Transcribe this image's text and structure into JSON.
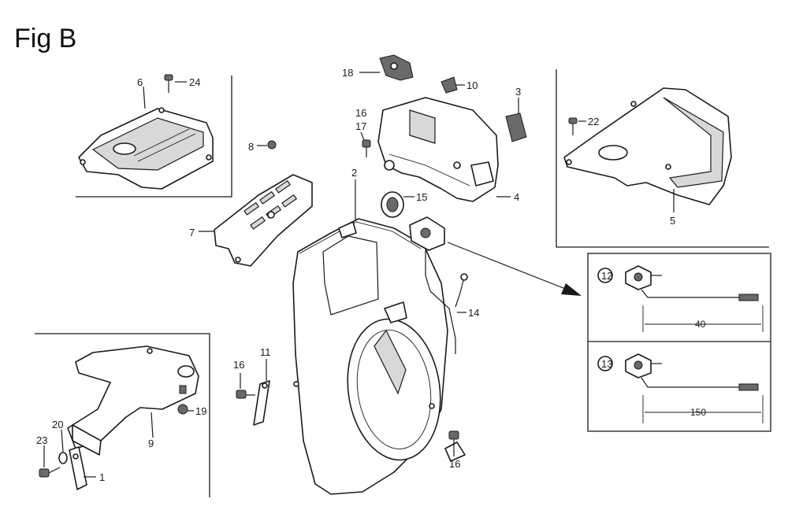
{
  "title": "Fig B",
  "callouts": {
    "c1": "1",
    "c2": "2",
    "c3": "3",
    "c4": "4",
    "c5": "5",
    "c6": "6",
    "c7": "7",
    "c8": "8",
    "c9": "9",
    "c10": "10",
    "c11": "11",
    "c12": "12",
    "c13": "13",
    "c14": "14",
    "c15": "15",
    "c16a": "16",
    "c16b": "16",
    "c16c": "16",
    "c17": "17",
    "c18": "18",
    "c19": "19",
    "c20": "20",
    "c22": "22",
    "c23": "23",
    "c24": "24"
  },
  "dimensions": {
    "d12": "40",
    "d13": "150"
  }
}
